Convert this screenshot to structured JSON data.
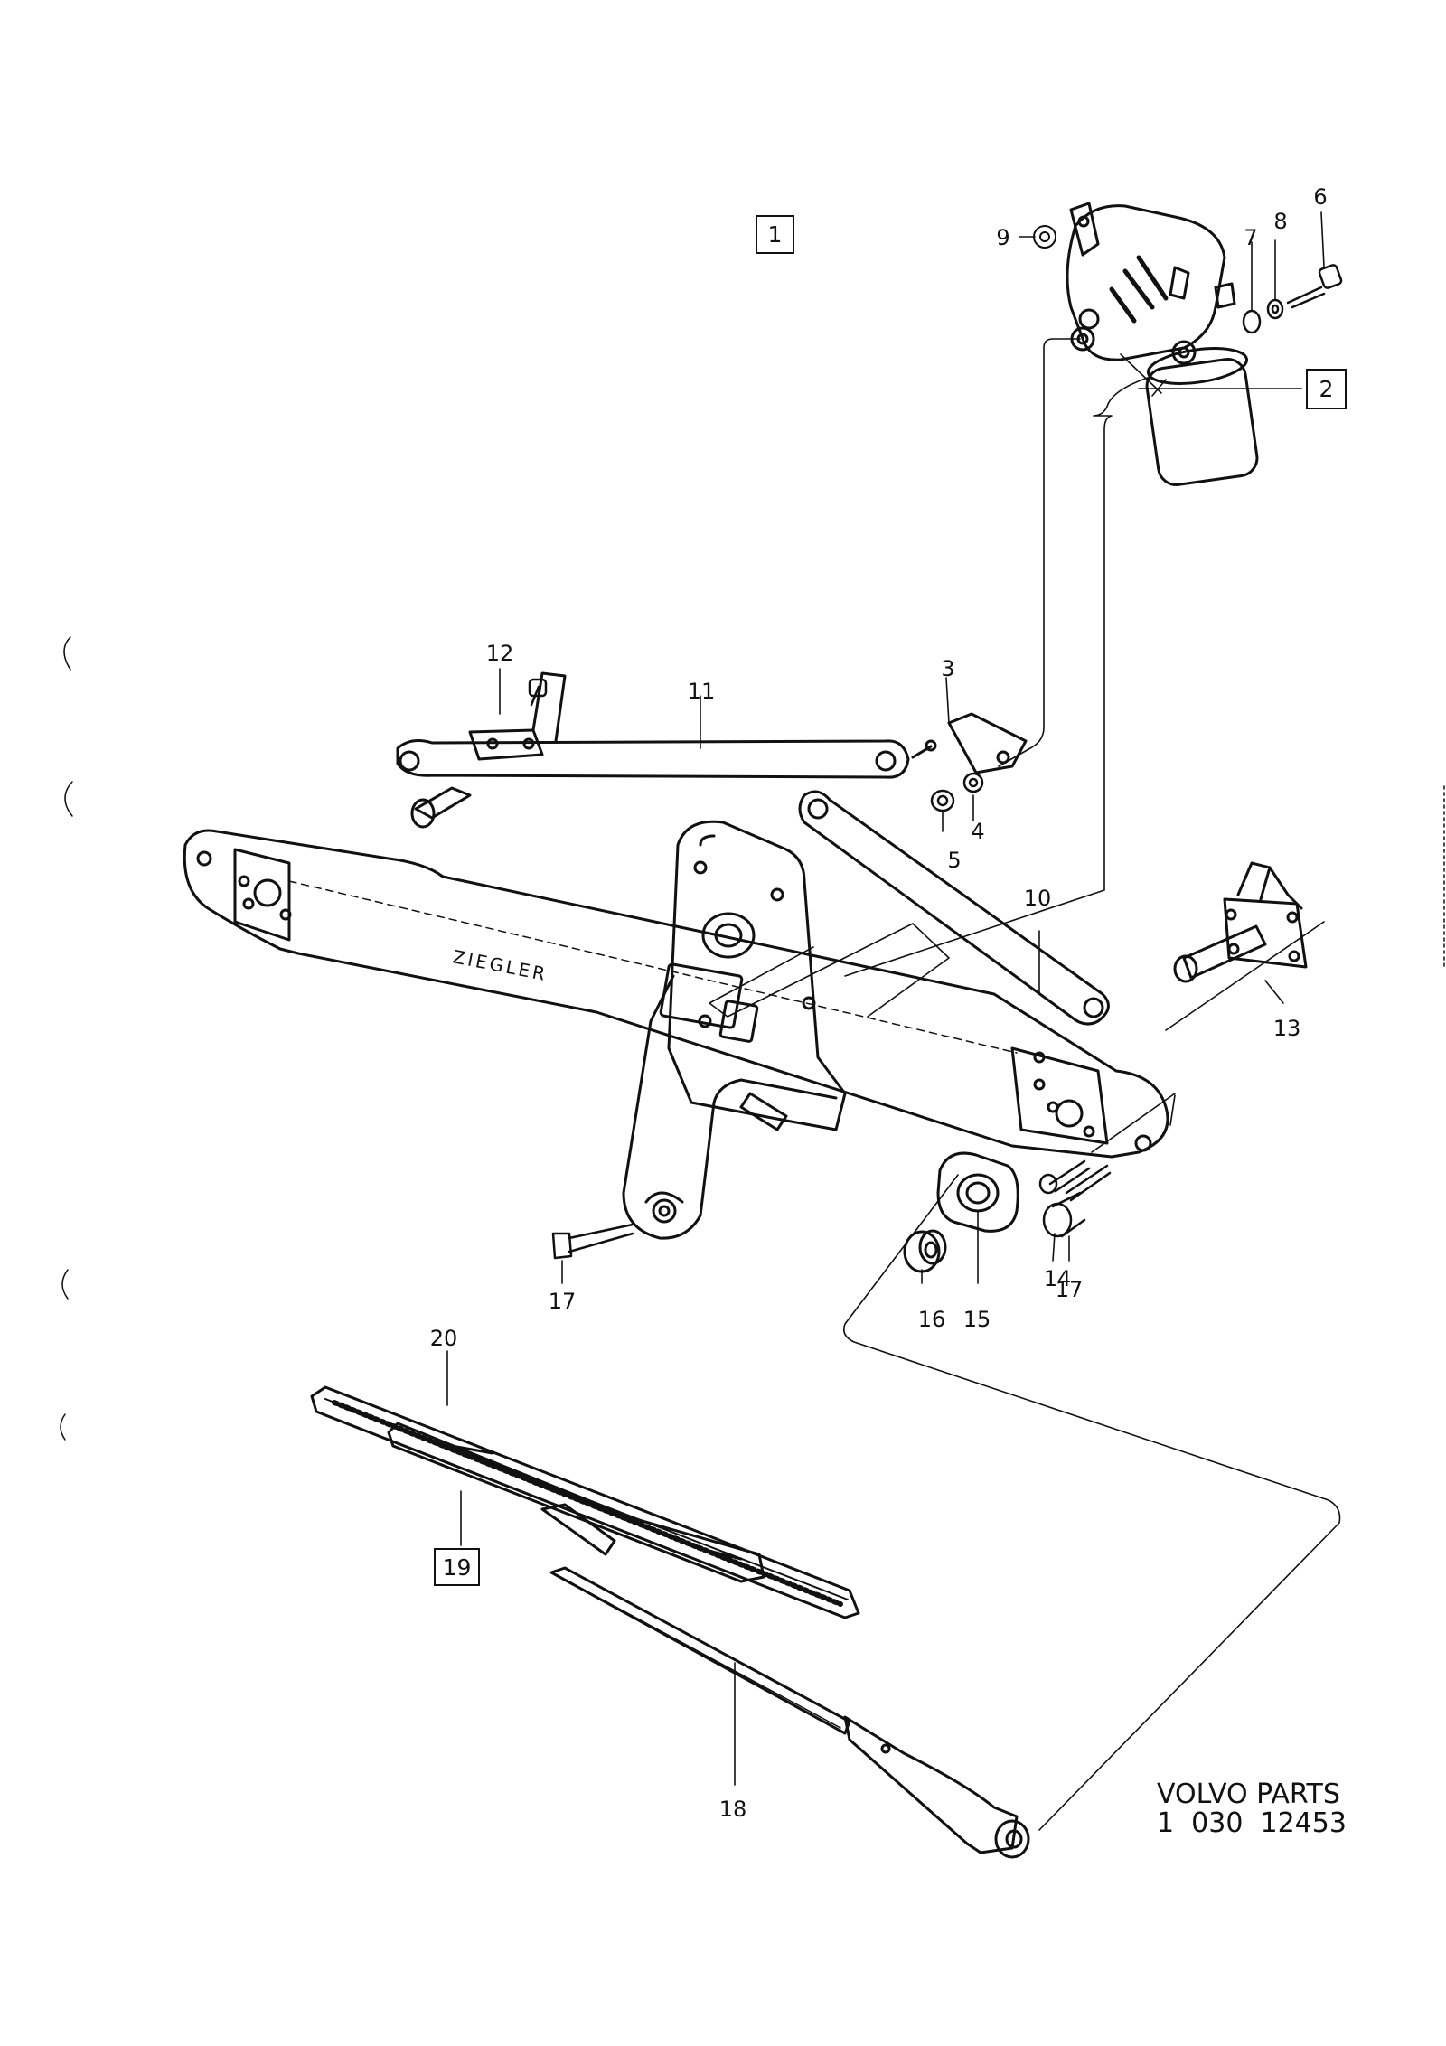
{
  "callouts": {
    "c1": "1",
    "c2": "2",
    "c3": "3",
    "c4": "4",
    "c5": "5",
    "c6": "6",
    "c7": "7",
    "c8": "8",
    "c9": "9",
    "c10": "10",
    "c11": "11",
    "c12": "12",
    "c13": "13",
    "c14": "14",
    "c15": "15",
    "c16": "16",
    "c17a": "17",
    "c17b": "17",
    "c18": "18",
    "c19": "19",
    "c20": "20"
  },
  "frame_brand": "ZIEGLER",
  "footer": {
    "line1": "VOLVO PARTS",
    "line2": "1  030  12453"
  },
  "colors": {
    "ink": "#111111",
    "paper": "#ffffff"
  }
}
